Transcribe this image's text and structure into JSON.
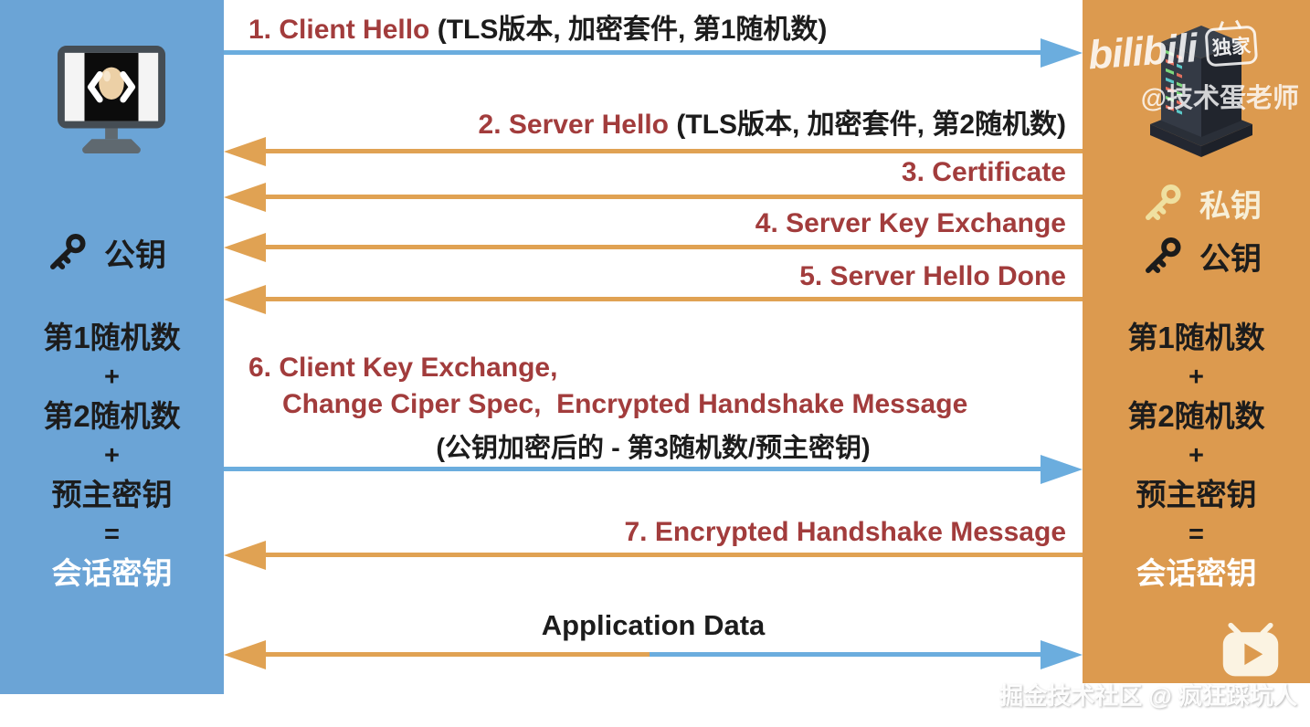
{
  "messages": [
    {
      "title": "1. Client Hello",
      "detail": "(TLS版本, 加密套件, 第1随机数)",
      "direction": "right"
    },
    {
      "title": "2. Server Hello",
      "detail": "(TLS版本, 加密套件, 第2随机数)",
      "direction": "left"
    },
    {
      "title": "3. Certificate",
      "direction": "left"
    },
    {
      "title": "4. Server Key Exchange",
      "direction": "left"
    },
    {
      "title": "5. Server Hello Done",
      "direction": "left"
    },
    {
      "title_line1": "6. Client Key Exchange,",
      "title_line2": "Change Ciper Spec,  Encrypted Handshake Message",
      "detail": "(公钥加密后的 - 第3随机数/预主密钥)",
      "direction": "right"
    },
    {
      "title": "7. Encrypted Handshake Message",
      "direction": "left"
    },
    {
      "title": "Application Data",
      "direction": "both"
    }
  ],
  "client_panel": {
    "public_key_label": "公钥",
    "formula": [
      "第1随机数",
      "+",
      "第2随机数",
      "+",
      "预主密钥",
      "=",
      "会话密钥"
    ]
  },
  "server_panel": {
    "private_key_label": "私钥",
    "public_key_label": "公钥",
    "formula": [
      "第1随机数",
      "+",
      "第2随机数",
      "+",
      "预主密钥",
      "=",
      "会话密钥"
    ]
  },
  "watermarks": {
    "bilibili_logo": "bilibili",
    "bilibili_badge": "独家",
    "author": "@技术蛋老师",
    "footer": "掘金技术社区 @ 疯狂踩坑人"
  },
  "colors": {
    "client_panel_bg": "#6ba4d6",
    "server_panel_bg": "#dc9a4f",
    "client_arrow": "#6badde",
    "server_arrow": "#e0a253",
    "message_title": "#a23c3c"
  }
}
